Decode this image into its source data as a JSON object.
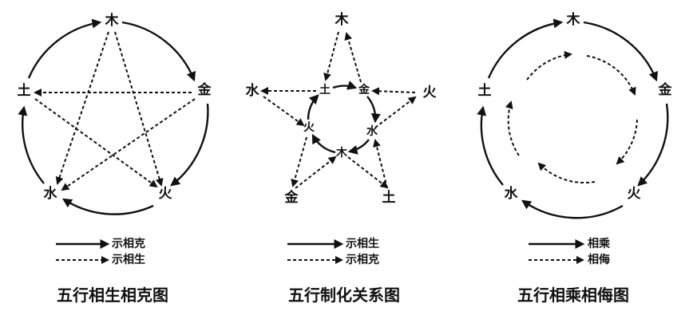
{
  "diagrams": [
    {
      "title": "五行相生相克图",
      "nodes": {
        "wood": "木",
        "metal": "金",
        "fire": "火",
        "water": "水",
        "earth": "土"
      },
      "legend": [
        {
          "style": "solid",
          "label": "示相克"
        },
        {
          "style": "dashed",
          "label": "示相生"
        }
      ]
    },
    {
      "title": "五行制化关系图",
      "outer_nodes": {
        "wood": "木",
        "water": "水",
        "fire": "火",
        "metal": "金",
        "earth": "土"
      },
      "inner_nodes": {
        "earth": "土",
        "metal": "金",
        "water": "水",
        "wood": "木",
        "fire": "火"
      },
      "legend": [
        {
          "style": "solid",
          "label": "示相生"
        },
        {
          "style": "dashed",
          "label": "示相克"
        }
      ]
    },
    {
      "title": "五行相乘相侮图",
      "nodes": {
        "wood": "木",
        "metal": "金",
        "fire": "火",
        "water": "水",
        "earth": "土"
      },
      "legend": [
        {
          "style": "solid",
          "label": "相乘"
        },
        {
          "style": "dashed",
          "label": "相侮"
        }
      ]
    }
  ]
}
